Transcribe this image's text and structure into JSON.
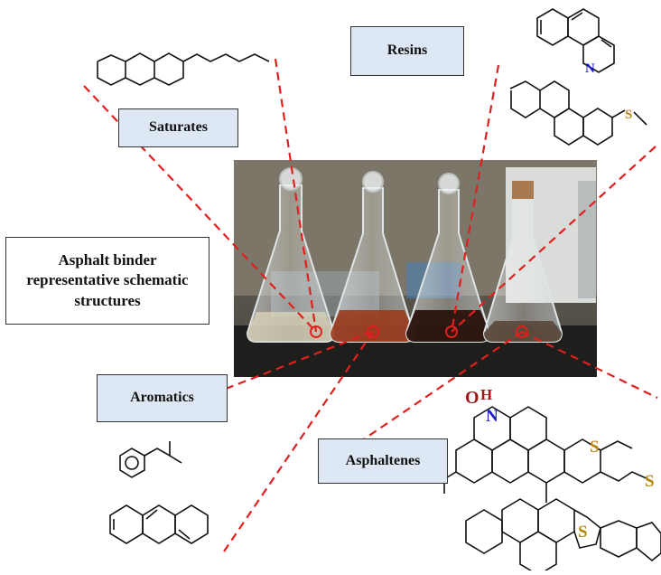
{
  "labels": {
    "title": "Asphalt binder representative schematic structures",
    "saturates": "Saturates",
    "resins": "Resins",
    "aromatics": "Aromatics",
    "asphaltenes": "Asphaltenes"
  },
  "atoms": {
    "resins_n": "N",
    "resins_s": "S",
    "asph_o": "O",
    "asph_h": "H",
    "asph_n": "N",
    "asph_s1": "S",
    "asph_s2": "S",
    "asph_s3": "S"
  },
  "colors": {
    "connector": "#e0201e",
    "box_fill": "#dde8f4",
    "nitrogen": "#1a1acc",
    "oxygen": "#a01818",
    "sulfur": "#b8860b",
    "bond": "#111111"
  },
  "photo": {
    "description_flasks": 4
  }
}
